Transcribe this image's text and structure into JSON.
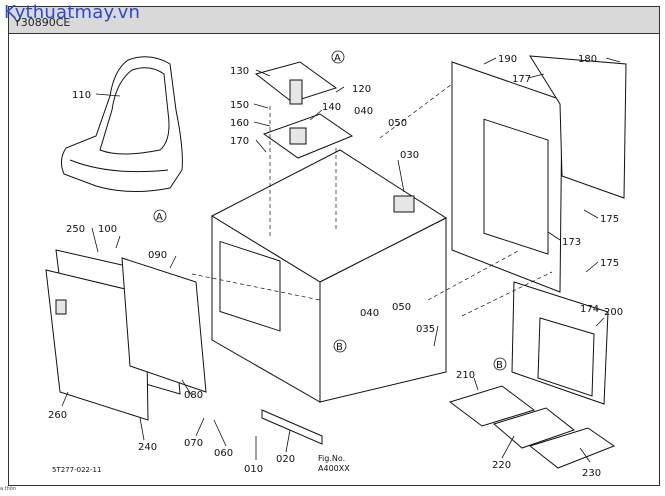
{
  "header": {
    "watermark": "Kythuatmay.vn",
    "code": "Y30890CE"
  },
  "footer": {
    "doc_number": "5T277-022-11",
    "fig_no_label": "Fig.No.",
    "fig_no_value": "A400XX",
    "corner_note": "a thôn"
  },
  "callouts": [
    {
      "id": "110",
      "text": "110"
    },
    {
      "id": "130",
      "text": "130"
    },
    {
      "id": "A_top",
      "text": "A"
    },
    {
      "id": "120",
      "text": "120"
    },
    {
      "id": "150",
      "text": "150"
    },
    {
      "id": "140",
      "text": "140"
    },
    {
      "id": "040_top",
      "text": "040"
    },
    {
      "id": "160",
      "text": "160"
    },
    {
      "id": "050_top",
      "text": "050"
    },
    {
      "id": "170",
      "text": "170"
    },
    {
      "id": "030",
      "text": "030"
    },
    {
      "id": "190",
      "text": "190"
    },
    {
      "id": "177",
      "text": "177"
    },
    {
      "id": "180",
      "text": "180"
    },
    {
      "id": "175_a",
      "text": "175"
    },
    {
      "id": "173",
      "text": "173"
    },
    {
      "id": "175_b",
      "text": "175"
    },
    {
      "id": "174",
      "text": "174"
    },
    {
      "id": "200",
      "text": "200"
    },
    {
      "id": "A_seat",
      "text": "A"
    },
    {
      "id": "100",
      "text": "100"
    },
    {
      "id": "250",
      "text": "250"
    },
    {
      "id": "090",
      "text": "090"
    },
    {
      "id": "040_mid",
      "text": "040"
    },
    {
      "id": "050_mid",
      "text": "050"
    },
    {
      "id": "035",
      "text": "035"
    },
    {
      "id": "B_mid",
      "text": "B"
    },
    {
      "id": "B_right",
      "text": "B"
    },
    {
      "id": "210",
      "text": "210"
    },
    {
      "id": "080",
      "text": "080"
    },
    {
      "id": "260",
      "text": "260"
    },
    {
      "id": "240",
      "text": "240"
    },
    {
      "id": "070",
      "text": "070"
    },
    {
      "id": "060",
      "text": "060"
    },
    {
      "id": "010",
      "text": "010"
    },
    {
      "id": "020",
      "text": "020"
    },
    {
      "id": "220",
      "text": "220"
    },
    {
      "id": "230",
      "text": "230"
    }
  ]
}
